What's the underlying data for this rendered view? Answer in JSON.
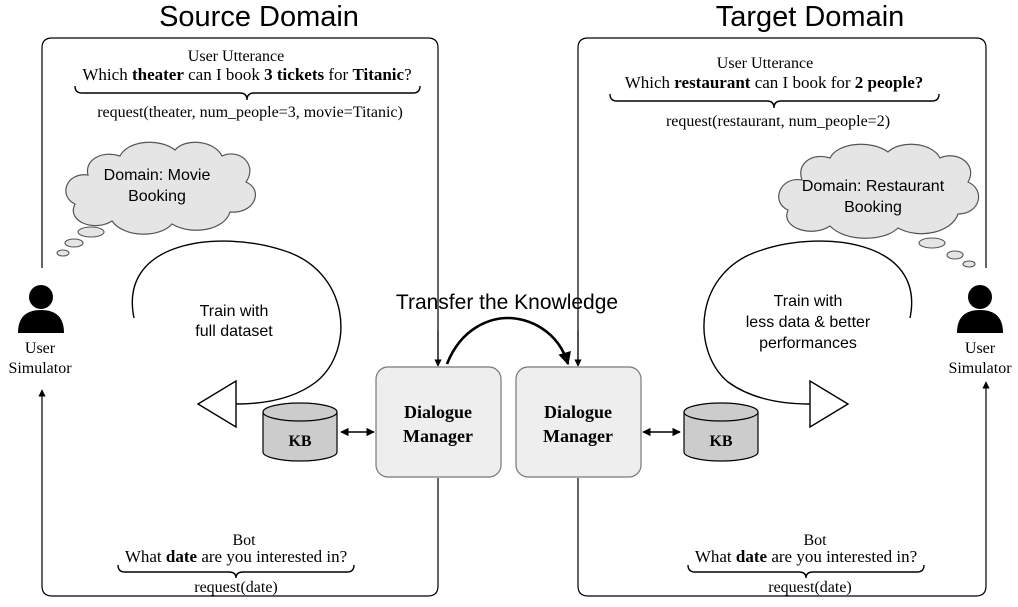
{
  "titles": {
    "source": "Source Domain",
    "target": "Target Domain",
    "transfer": "Transfer the Knowledge"
  },
  "source": {
    "utterance_label": "User Utterance",
    "utterance": [
      "Which ",
      "theater",
      " can I book ",
      "3 tickets",
      " for ",
      "Titanic",
      "?"
    ],
    "action": "request(theater, num_people=3, movie=Titanic)",
    "domain_cloud": [
      "Domain: Movie",
      "Booking"
    ],
    "train_label": [
      "Train with",
      "full dataset"
    ],
    "user_label": [
      "User",
      "Simulator"
    ],
    "kb_label": "KB",
    "dm_label": [
      "Dialogue",
      "Manager"
    ],
    "bot_label": "Bot",
    "bot_utterance": [
      "What ",
      "date",
      " are you interested in?"
    ],
    "bot_action": "request(date)"
  },
  "target": {
    "utterance_label": "User Utterance",
    "utterance": [
      "Which ",
      "restaurant",
      " can I book for ",
      "2 people?"
    ],
    "action": "request(restaurant, num_people=2)",
    "domain_cloud": [
      "Domain: Restaurant",
      "Booking"
    ],
    "train_label": [
      "Train with",
      "less data & better",
      "performances"
    ],
    "user_label": [
      "User",
      "Simulator"
    ],
    "kb_label": "KB",
    "dm_label": [
      "Dialogue",
      "Manager"
    ],
    "bot_label": "Bot",
    "bot_utterance": [
      "What ",
      "date",
      " are you interested in?"
    ],
    "bot_action": "request(date)"
  },
  "colors": {
    "cloud_fill": "#e5e5e5",
    "dm_fill": "#eeeeee",
    "kb_fill": "#cccccc",
    "line": "#000000"
  }
}
